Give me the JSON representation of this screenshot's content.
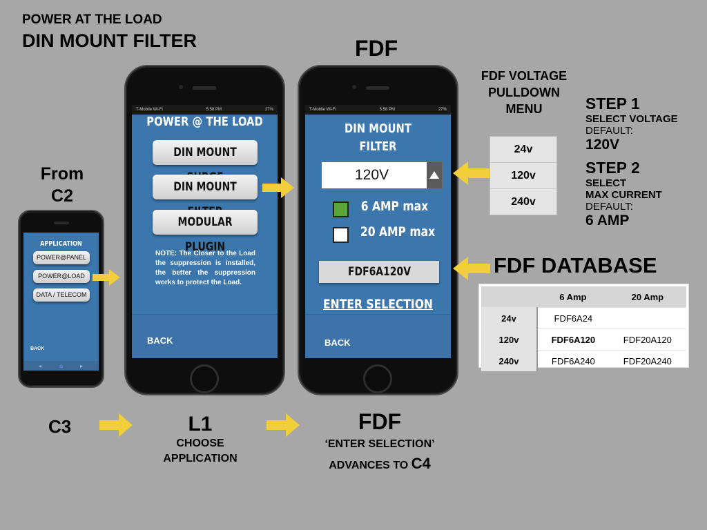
{
  "header": {
    "line1": "POWER AT THE LOAD",
    "line2": "DIN MOUNT FILTER",
    "fdf_title": "FDF"
  },
  "from_label": {
    "line1": "From",
    "line2": "C2"
  },
  "small_phone": {
    "title": "APPLICATION",
    "buttons": [
      "POWER@PANEL",
      "POWER@LOAD",
      "DATA / TELECOM"
    ],
    "back": "BACK"
  },
  "middle_phone": {
    "status_left": "T-Mobile Wi-Fi",
    "status_time": "5:58 PM",
    "status_right": "27%",
    "title": "POWER @ THE LOAD",
    "buttons": [
      "DIN MOUNT SURGE",
      "DIN MOUNT FILTER",
      "MODULAR PLUGIN"
    ],
    "note": "NOTE: The Closer to the Load the suppression is installed, the better the suppression works to protect the Load.",
    "back": "BACK"
  },
  "right_phone": {
    "status_left": "T-Mobile Wi-Fi",
    "status_time": "5:58 PM",
    "status_right": "27%",
    "title_line1": "DIN MOUNT",
    "title_line2": "FILTER",
    "voltage_value": "120V",
    "options": [
      {
        "label": "6 AMP max",
        "checked": true,
        "color": "#5aa63a"
      },
      {
        "label": "20 AMP max",
        "checked": false,
        "color": "#ffffff"
      }
    ],
    "part_code": "FDF6A120V",
    "enter": "ENTER SELECTION",
    "back": "BACK"
  },
  "pulldown": {
    "title_line1": "FDF VOLTAGE",
    "title_line2": "PULLDOWN",
    "title_line3": "MENU",
    "items": [
      "24v",
      "120v",
      "240v"
    ]
  },
  "steps": {
    "step1": "STEP 1",
    "step1_desc": "SELECT VOLTAGE",
    "step1_default_label": "DEFAULT:",
    "step1_default": "120V",
    "step2": "STEP 2",
    "step2_desc1": "SELECT",
    "step2_desc2": "MAX CURRENT",
    "step2_default_label": "DEFAULT:",
    "step2_default": "6 AMP"
  },
  "database": {
    "title": "FDF DATABASE",
    "columns": [
      "",
      "6 Amp",
      "20 Amp"
    ],
    "rows": [
      [
        "24v",
        "FDF6A24",
        ""
      ],
      [
        "120v",
        "FDF6A120",
        "FDF20A120"
      ],
      [
        "240v",
        "FDF6A240",
        "FDF20A240"
      ]
    ]
  },
  "bottom": {
    "c3": "C3",
    "l1": "L1",
    "l1_line1": "CHOOSE",
    "l1_line2": "APPLICATION",
    "fdf": "FDF",
    "fdf_line1": "‘ENTER SELECTION’",
    "fdf_line2_prefix": "ADVANCES TO",
    "fdf_line2_target": "C4"
  },
  "colors": {
    "arrow": "#f2cf3a",
    "screen": "#3b76ad",
    "background": "#a7a7a7"
  }
}
